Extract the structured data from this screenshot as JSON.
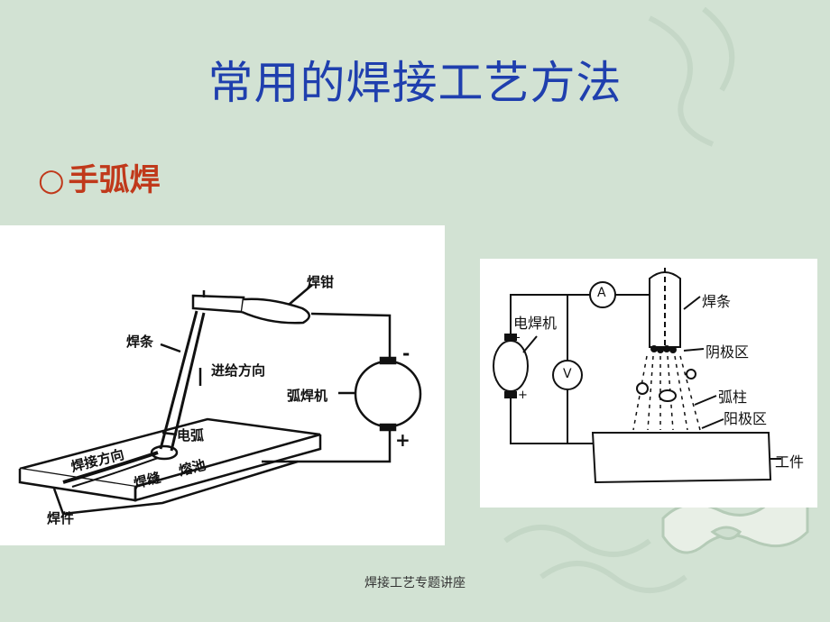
{
  "slide": {
    "title": "常用的焊接工艺方法",
    "bullet_mark": "○",
    "bullet_text": "手弧焊",
    "footer": "焊接工艺专题讲座"
  },
  "figure1": {
    "labels": {
      "holder": "焊钳",
      "electrode": "焊条",
      "feed_direction": "进给方向",
      "arc_welder": "弧焊机",
      "minus": "-",
      "plus": "+",
      "welding_direction": "焊接方向",
      "arc": "电弧",
      "pool": "熔池",
      "seam": "焊缝",
      "workpiece": "焊件"
    }
  },
  "figure2": {
    "labels": {
      "ammeter": "A",
      "voltmeter": "V",
      "welder": "电焊机",
      "electrode": "焊条",
      "cathode": "阴极区",
      "arc_column": "弧柱",
      "anode": "阳极区",
      "workpiece": "工件",
      "minus": "-",
      "plus": "+"
    }
  }
}
